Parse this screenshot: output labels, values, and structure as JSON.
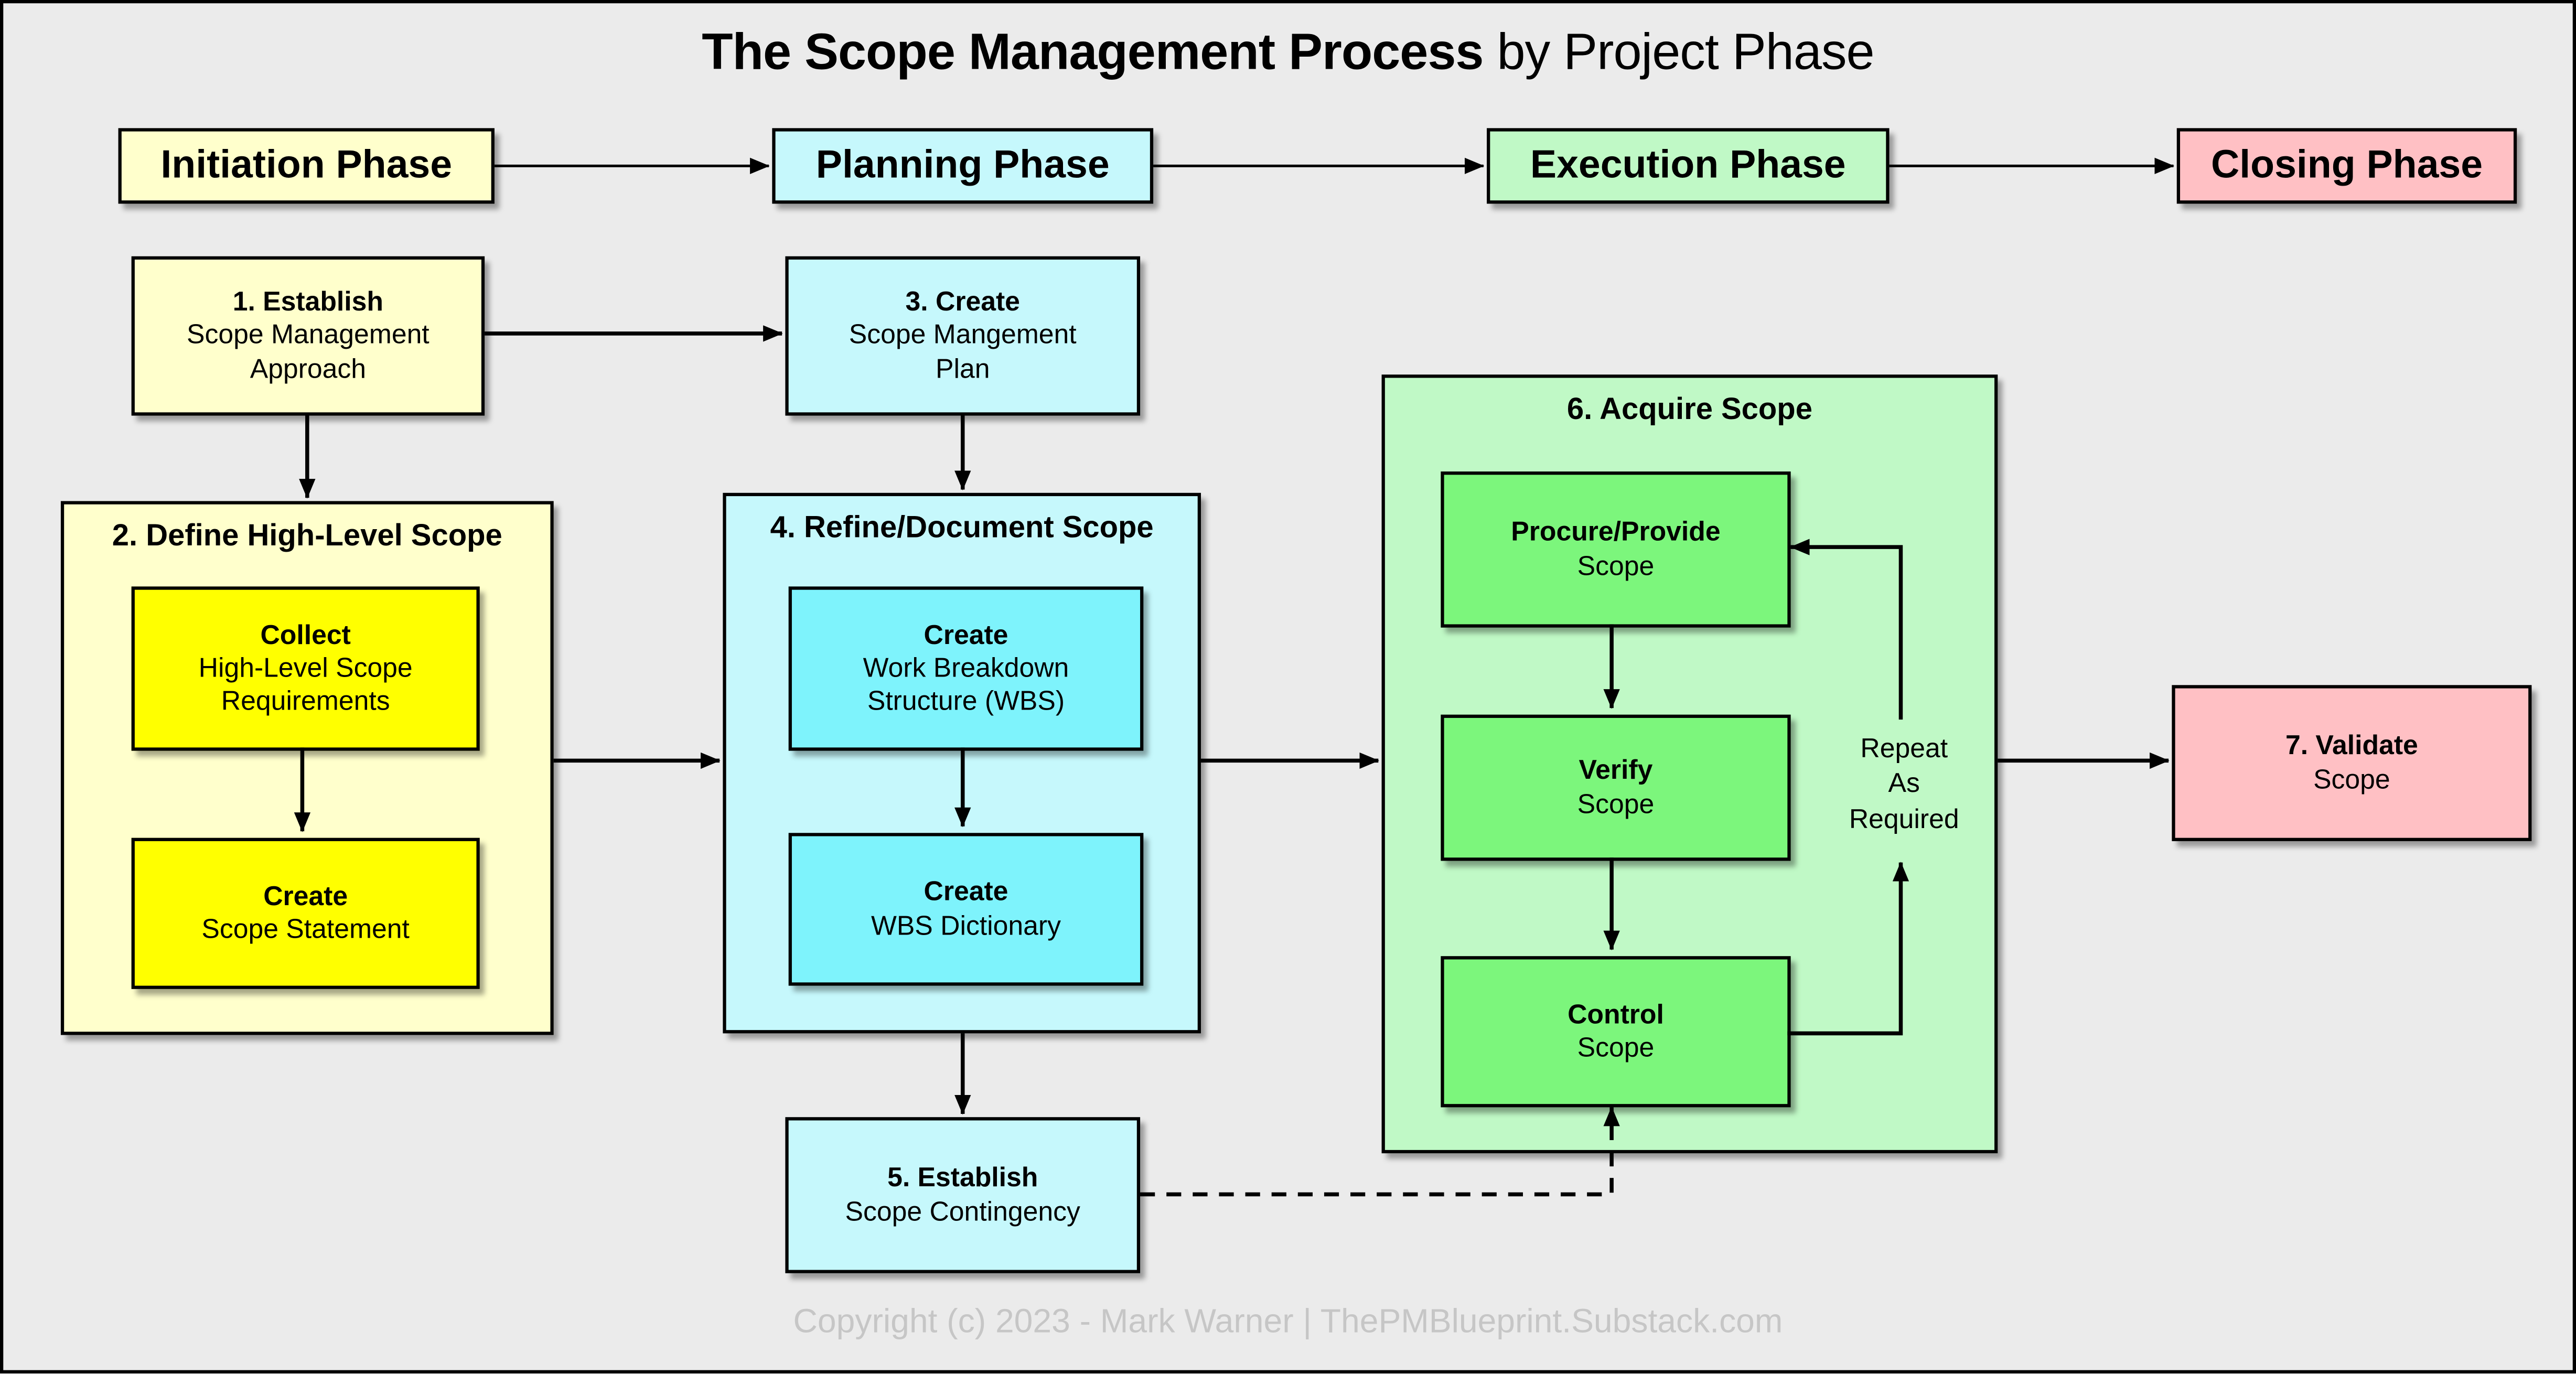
{
  "title": {
    "bold": "The Scope Management Process",
    "regular": " by Project Phase"
  },
  "phase_headers": [
    {
      "id": "initiation",
      "label": "Initiation Phase",
      "color": "#FFFFCC"
    },
    {
      "id": "planning",
      "label": "Planning Phase",
      "color": "#C6F8FC"
    },
    {
      "id": "execution",
      "label": "Execution Phase",
      "color": "#C0F9C6"
    },
    {
      "id": "closing",
      "label": "Closing Phase",
      "color": "#FFC0C4"
    }
  ],
  "boxes": {
    "establish_approach": {
      "title": "1. Establish",
      "lines": [
        "Scope Management",
        "Approach"
      ]
    },
    "define_scope": {
      "title": "2. Define High-Level Scope"
    },
    "collect_requirements": {
      "title": "Collect",
      "lines": [
        "High-Level Scope",
        "Requirements"
      ]
    },
    "create_statement": {
      "title": "Create",
      "lines": [
        "Scope Statement"
      ]
    },
    "create_plan": {
      "title": "3. Create",
      "lines": [
        "Scope Mangement",
        "Plan"
      ]
    },
    "refine_scope": {
      "title": "4. Refine/Document Scope"
    },
    "create_wbs": {
      "title": "Create",
      "lines": [
        "Work Breakdown",
        "Structure (WBS)"
      ]
    },
    "create_wbs_dictionary": {
      "title": "Create",
      "lines": [
        "WBS Dictionary"
      ]
    },
    "establish_contingency": {
      "title": "5. Establish",
      "lines": [
        "Scope Contingency"
      ]
    },
    "acquire_scope": {
      "title": "6. Acquire Scope"
    },
    "procure_provide": {
      "title": "Procure/Provide",
      "lines": [
        "Scope"
      ]
    },
    "verify_scope": {
      "title": "Verify",
      "lines": [
        "Scope"
      ]
    },
    "control_scope": {
      "title": "Control",
      "lines": [
        "Scope"
      ]
    },
    "validate_scope": {
      "title": "7. Validate",
      "lines": [
        "Scope"
      ]
    }
  },
  "annotations": {
    "repeat": [
      "Repeat",
      "As",
      "Required"
    ]
  },
  "footer": "Copyright (c) 2023 - Mark Warner | ThePMBlueprint.Substack.com",
  "palette": {
    "background": "#EBEBEB",
    "pale_yellow": "#FFFFCC",
    "bright_yellow": "#FFFF00",
    "pale_cyan": "#C6F8FC",
    "bright_cyan": "#7EF3FC",
    "pale_green": "#C0F9C6",
    "bright_green": "#7CF67C",
    "pink": "#FFC0C4",
    "line": "#000000",
    "footer_text": "#C6C6C6"
  }
}
